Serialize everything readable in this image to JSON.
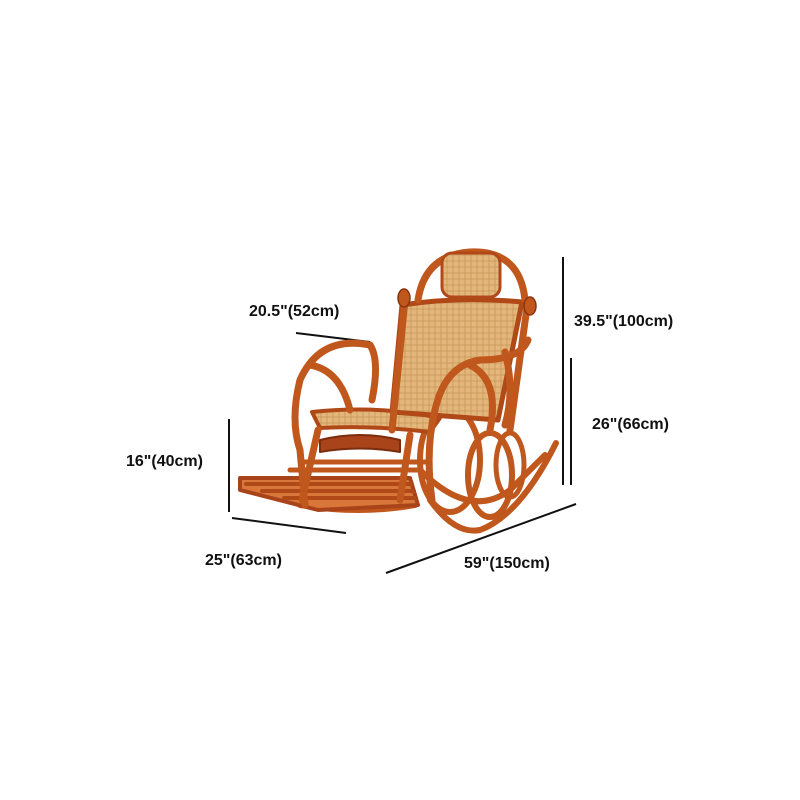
{
  "product": {
    "name": "rattan rocking chair with footrest",
    "colors": {
      "frame": "#c0571c",
      "frame_dark": "#8a3510",
      "frame_light": "#e98a45",
      "cane": "#e3b77c",
      "cane_dark": "#c99556",
      "line": "#111111"
    }
  },
  "dimensions": {
    "width": "20.5\"(52cm)",
    "height": "39.5\"(100cm)",
    "arm_height": "26\"(66cm)",
    "seat_height": "16\"(40cm)",
    "footrest_depth": "25\"(63cm)",
    "length": "59\"(150cm)"
  }
}
